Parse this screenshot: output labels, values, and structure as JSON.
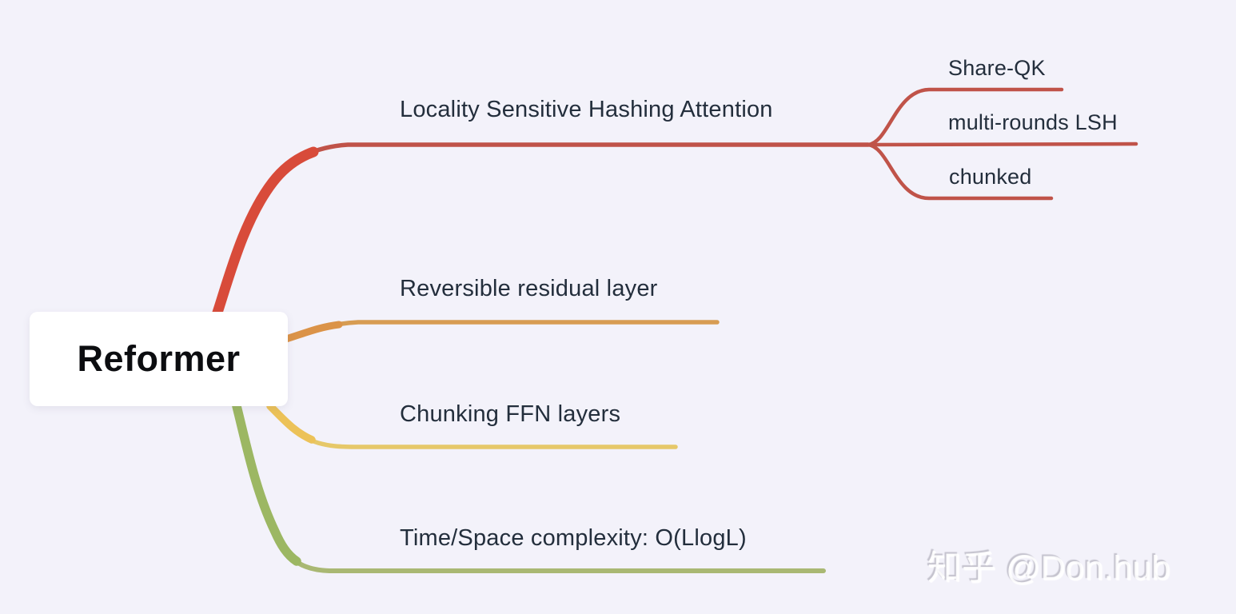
{
  "meta": {
    "background_color": "#f3f2fa",
    "label_text_color": "#232e3c"
  },
  "root": {
    "label": "Reformer"
  },
  "branches": [
    {
      "label": "Locality Sensitive Hashing Attention",
      "color": "#c05349",
      "color_thick": "#d84b3a",
      "children": [
        {
          "label": "Share-QK"
        },
        {
          "label": "multi-rounds LSH"
        },
        {
          "label": "chunked"
        }
      ]
    },
    {
      "label": "Reversible residual layer",
      "color": "#d79c52",
      "color_thick": "#db9348"
    },
    {
      "label": "Chunking FFN layers",
      "color": "#e6c869",
      "color_thick": "#ecc258"
    },
    {
      "label": "Time/Space complexity: O(LlogL)",
      "color": "#a9b873",
      "color_thick": "#9cb763"
    }
  ],
  "watermark": {
    "text": "知乎 @Don.hub"
  }
}
